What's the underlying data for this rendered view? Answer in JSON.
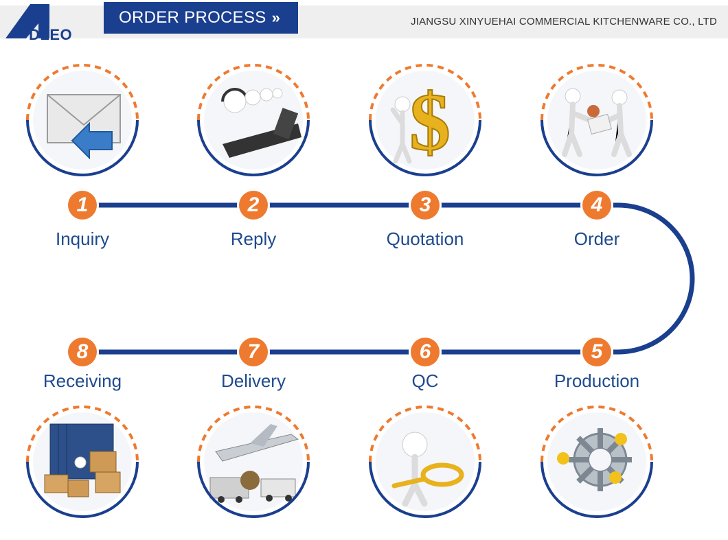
{
  "brand": {
    "logo_text": "DLEO",
    "logo_initial": "A"
  },
  "header": {
    "title": "ORDER PROCESS",
    "title_chevron": "»",
    "company": "JIANGSU XINYUEHAI COMMERCIAL KITCHENWARE CO., LTD"
  },
  "colors": {
    "brand_blue": "#1b3f8f",
    "label_blue": "#1e4a8e",
    "accent_orange": "#ee7a2f",
    "header_band": "#efefef"
  },
  "steps": [
    {
      "number": "1",
      "label": "Inquiry",
      "icon": "envelope-reply-icon"
    },
    {
      "number": "2",
      "label": "Reply",
      "icon": "call-center-icon"
    },
    {
      "number": "3",
      "label": "Quotation",
      "icon": "dollar-sign-icon"
    },
    {
      "number": "4",
      "label": "Order",
      "icon": "contract-stamp-icon"
    },
    {
      "number": "5",
      "label": "Production",
      "icon": "gears-workers-icon"
    },
    {
      "number": "6",
      "label": "QC",
      "icon": "magnifier-icon"
    },
    {
      "number": "7",
      "label": "Delivery",
      "icon": "airplane-truck-icon"
    },
    {
      "number": "8",
      "label": "Receiving",
      "icon": "container-boxes-icon"
    }
  ]
}
